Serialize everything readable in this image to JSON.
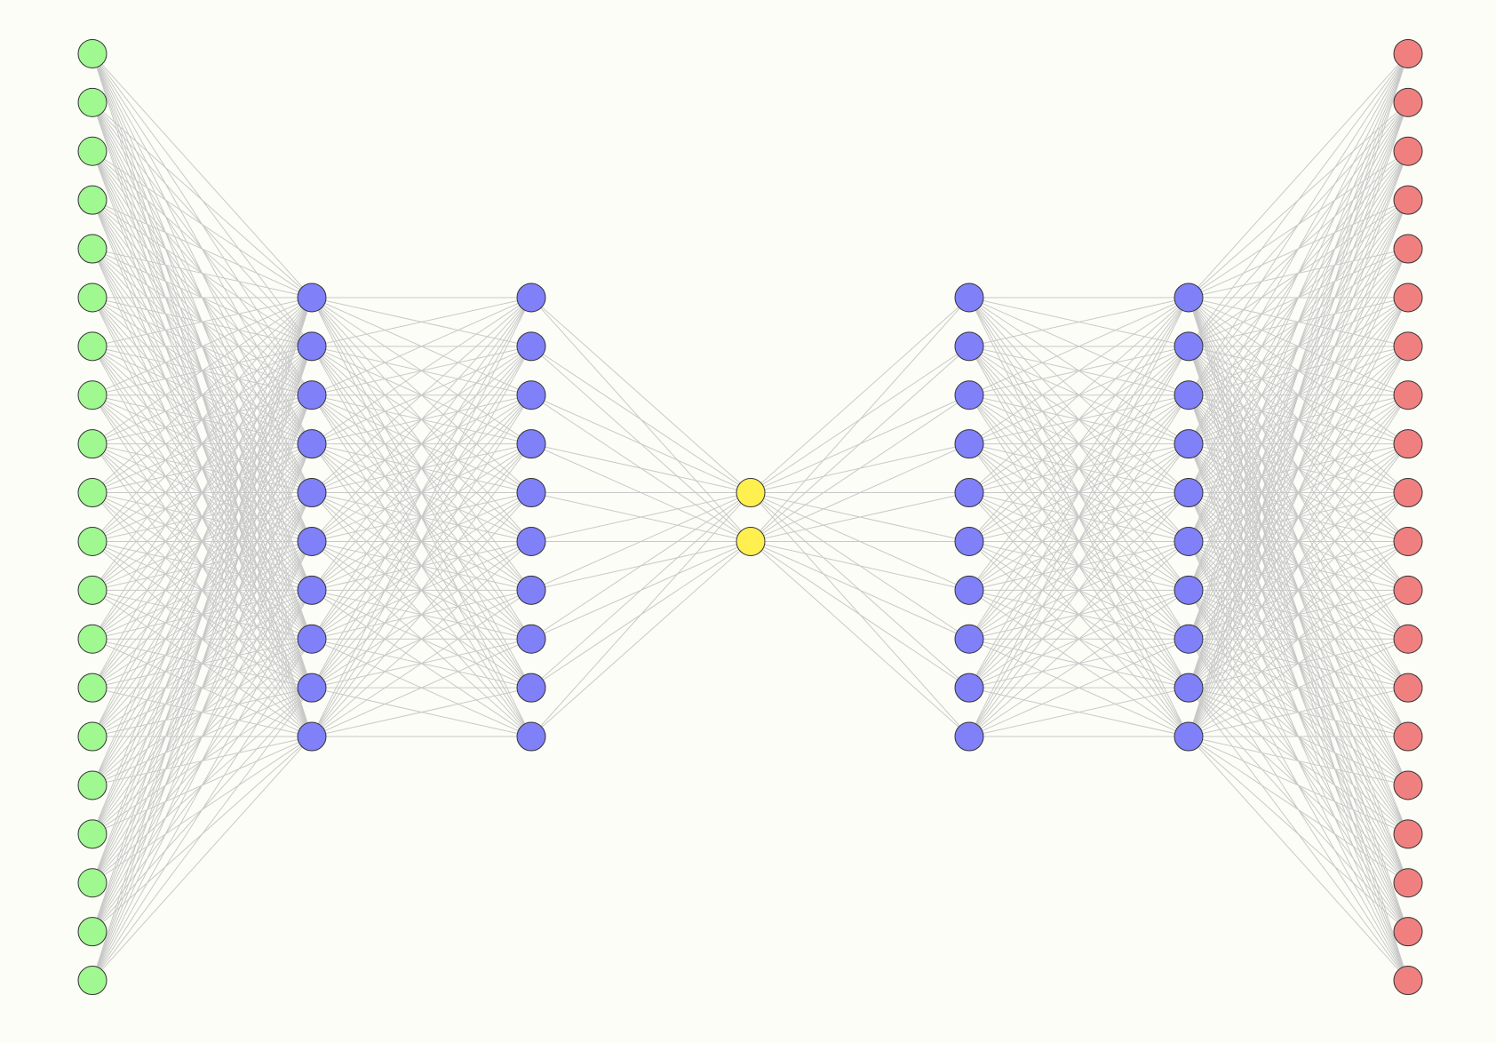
{
  "diagram": {
    "type": "neural-network",
    "background": "#fdfdf7",
    "edge_color": "#c8c8c8",
    "node_stroke": "#333333",
    "fully_connected": true,
    "layers": [
      {
        "role": "input",
        "count": 20,
        "color": "#a0f890"
      },
      {
        "role": "hidden",
        "count": 10,
        "color": "#8080f8"
      },
      {
        "role": "hidden",
        "count": 10,
        "color": "#8080f8"
      },
      {
        "role": "latent",
        "count": 2,
        "color": "#fff050"
      },
      {
        "role": "hidden",
        "count": 10,
        "color": "#8080f8"
      },
      {
        "role": "hidden",
        "count": 10,
        "color": "#8080f8"
      },
      {
        "role": "output",
        "count": 20,
        "color": "#f08080"
      }
    ]
  }
}
